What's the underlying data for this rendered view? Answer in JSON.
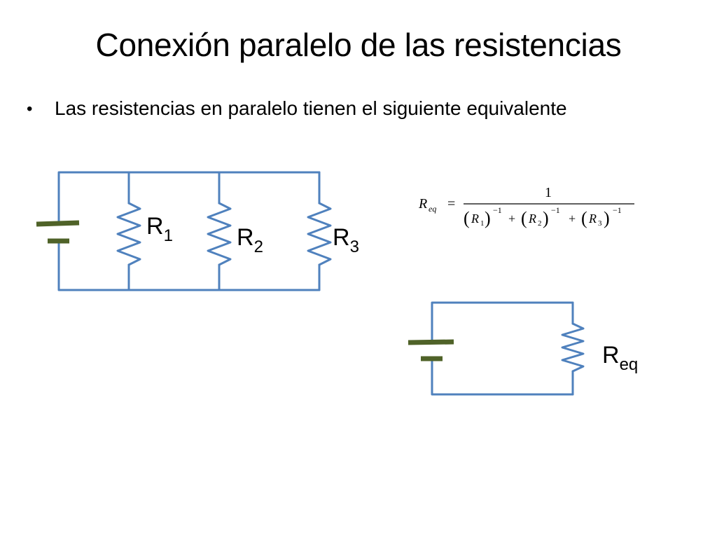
{
  "title": "Conexión paralelo de las resistencias",
  "bullet": {
    "symbol": "•",
    "text": "Las resistencias en paralelo tienen el siguiente equivalente"
  },
  "circuit_parallel": {
    "resistors": [
      {
        "name": "R",
        "sub": "1"
      },
      {
        "name": "R",
        "sub": "2"
      },
      {
        "name": "R",
        "sub": "3"
      }
    ]
  },
  "circuit_equivalent": {
    "resistor": {
      "name": "R",
      "sub": "eq"
    }
  },
  "formula": {
    "lhs": "R",
    "lhs_sub": "eq",
    "equals": "=",
    "numerator": "1",
    "terms": [
      {
        "var": "R",
        "sub": "1",
        "exp": "−1"
      },
      {
        "var": "R",
        "sub": "2",
        "exp": "−1"
      },
      {
        "var": "R",
        "sub": "3",
        "exp": "−1"
      }
    ],
    "plus": "+"
  },
  "colors": {
    "wire": "#4f81bd",
    "battery": "#4f6228",
    "text": "#000000"
  }
}
